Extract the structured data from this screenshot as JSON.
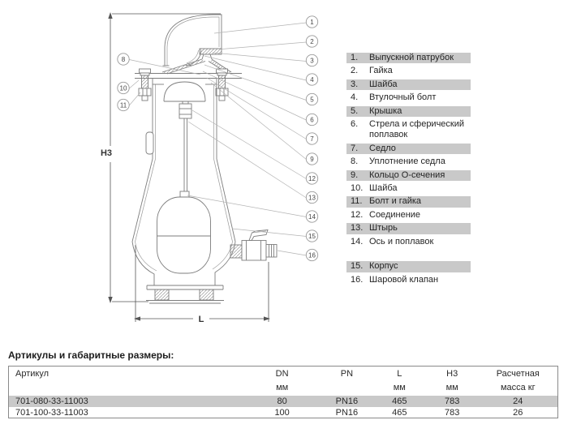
{
  "diagram": {
    "h3_label": "H3",
    "l_label": "L"
  },
  "callouts": [
    "1",
    "2",
    "3",
    "4",
    "5",
    "6",
    "7",
    "8",
    "9",
    "10",
    "11",
    "12",
    "13",
    "14",
    "15",
    "16"
  ],
  "parts": {
    "items": [
      {
        "num": "1.",
        "label": "Выпускной патрубок"
      },
      {
        "num": "2.",
        "label": "Гайка"
      },
      {
        "num": "3.",
        "label": "Шайба"
      },
      {
        "num": "4.",
        "label": "Втулочный болт"
      },
      {
        "num": "5.",
        "label": "Крышка"
      },
      {
        "num": "6.",
        "label": "Стрела и сферический поплавок"
      },
      {
        "num": "7.",
        "label": "Седло"
      },
      {
        "num": "8.",
        "label": "Уплотнение седла"
      },
      {
        "num": "9.",
        "label": "Кольцо О-сечения"
      },
      {
        "num": "10.",
        "label": "Шайба"
      },
      {
        "num": "11.",
        "label": "Болт и гайка"
      },
      {
        "num": "12.",
        "label": "Соединение"
      },
      {
        "num": "13.",
        "label": "Штырь"
      },
      {
        "num": "14.",
        "label": "Ось и поплавок"
      },
      {
        "num": "15.",
        "label": "Корпус"
      },
      {
        "num": "16.",
        "label": "Шаровой клапан"
      }
    ]
  },
  "table": {
    "title": "Артикулы и габаритные размеры:",
    "headers": [
      {
        "name": "Артикул",
        "unit": ""
      },
      {
        "name": "DN",
        "unit": "мм"
      },
      {
        "name": "PN",
        "unit": ""
      },
      {
        "name": "L",
        "unit": "мм"
      },
      {
        "name": "H3",
        "unit": "мм"
      },
      {
        "name": "Расчетная",
        "unit": "масса кг"
      }
    ],
    "rows": [
      {
        "cells": [
          "701-080-33-11003",
          "80",
          "PN16",
          "465",
          "783",
          "24"
        ]
      },
      {
        "cells": [
          "701-100-33-11003",
          "100",
          "PN16",
          "465",
          "783",
          "26"
        ]
      }
    ]
  },
  "colors": {
    "row_highlight": "#c9c9c9"
  }
}
